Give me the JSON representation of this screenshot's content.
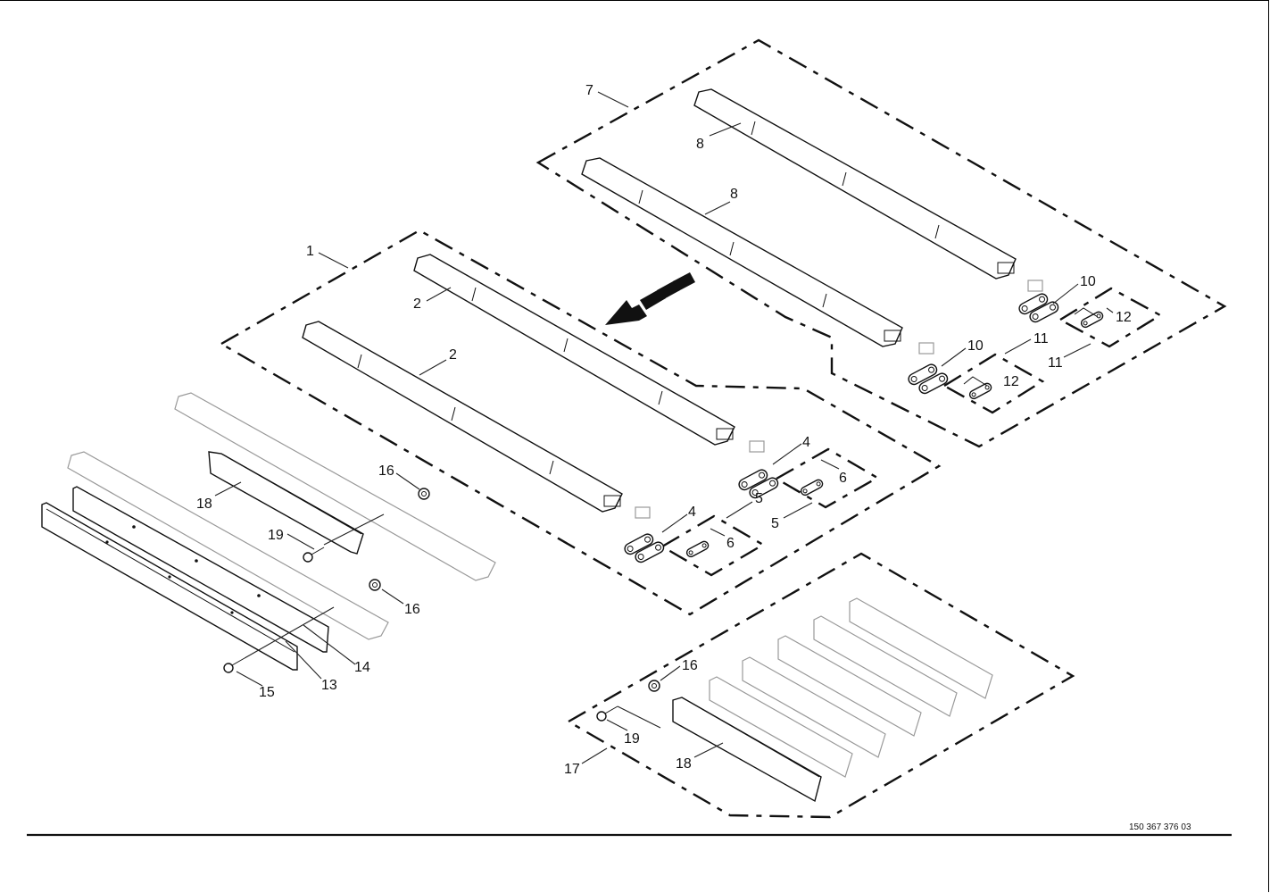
{
  "drawing_number": "150 367 376 03",
  "callouts": {
    "c1": "1",
    "c2a": "2",
    "c2b": "2",
    "c4a": "4",
    "c4b": "4",
    "c5a": "5",
    "c5b": "5",
    "c6a": "6",
    "c6b": "6",
    "c7": "7",
    "c8a": "8",
    "c8b": "8",
    "c10a": "10",
    "c10b": "10",
    "c11a": "11",
    "c11b": "11",
    "c12a": "12",
    "c12b": "12",
    "c13": "13",
    "c14": "14",
    "c15": "15",
    "c16a": "16",
    "c16b": "16",
    "c16c": "16",
    "c17": "17",
    "c18a": "18",
    "c18b": "18",
    "c19a": "19",
    "c19b": "19"
  }
}
